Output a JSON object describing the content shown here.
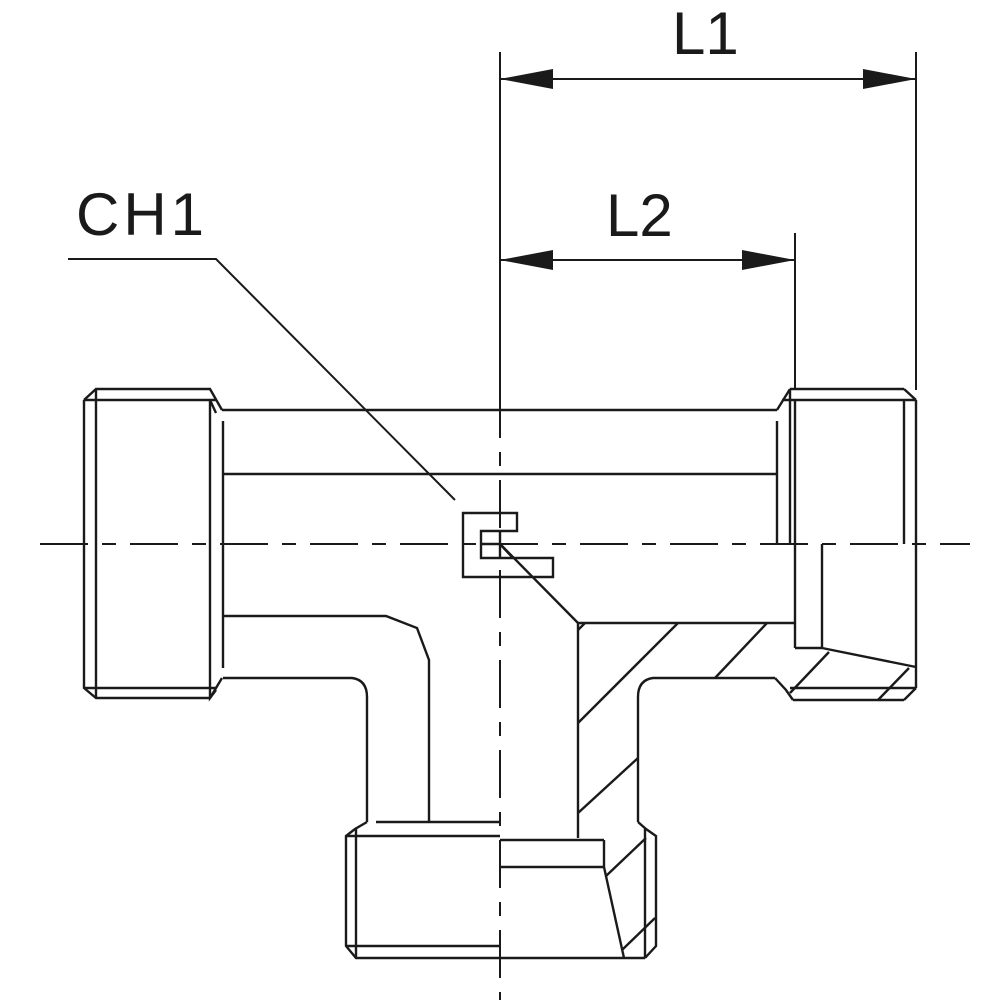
{
  "drawing": {
    "title": "Tee fitting with swivel nut on run - technical dimension drawing",
    "line_color": "#1a1a1a",
    "background": "#ffffff"
  },
  "dimensions": {
    "L1": {
      "label": "L1"
    },
    "L2": {
      "label": "L2"
    }
  },
  "callouts": {
    "CH1": {
      "label": "CH1"
    }
  },
  "symbol": {
    "name": "swivel-nut-symbol"
  }
}
